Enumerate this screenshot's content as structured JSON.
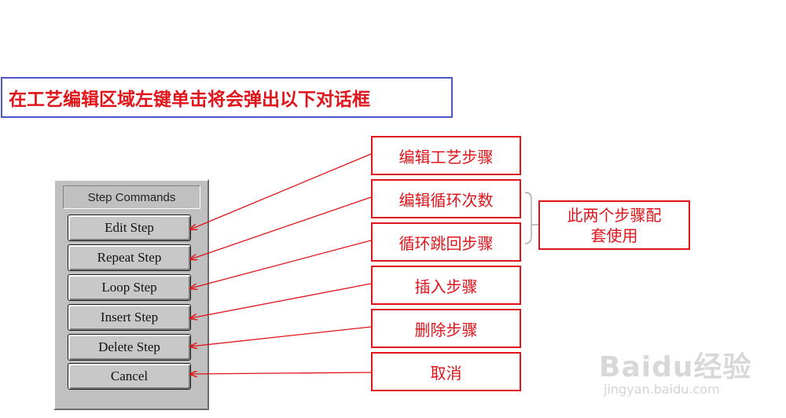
{
  "heading": "在工艺编辑区域左键单击将会弹出以下对话框",
  "dialog": {
    "title": "Step Commands",
    "buttons": [
      {
        "label": "Edit Step"
      },
      {
        "label": "Repeat Step"
      },
      {
        "label": "Loop Step"
      },
      {
        "label": "Insert Step"
      },
      {
        "label": "Delete Step"
      },
      {
        "label": "Cancel"
      }
    ]
  },
  "annotations": [
    {
      "text": "编辑工艺步骤"
    },
    {
      "text": "编辑循环次数"
    },
    {
      "text": "循环跳回步骤"
    },
    {
      "text": "插入步骤"
    },
    {
      "text": "删除步骤"
    },
    {
      "text": "取消"
    }
  ],
  "pair_note": {
    "line1": "此两个步骤配",
    "line2": "套使用"
  },
  "watermark": {
    "brand": "Baidu经验",
    "url": "jingyan.baidu.com"
  },
  "colors": {
    "accent_red": "#e0141b",
    "heading_border": "#4a57c4",
    "dialog_gray": "#c0c0c0"
  }
}
